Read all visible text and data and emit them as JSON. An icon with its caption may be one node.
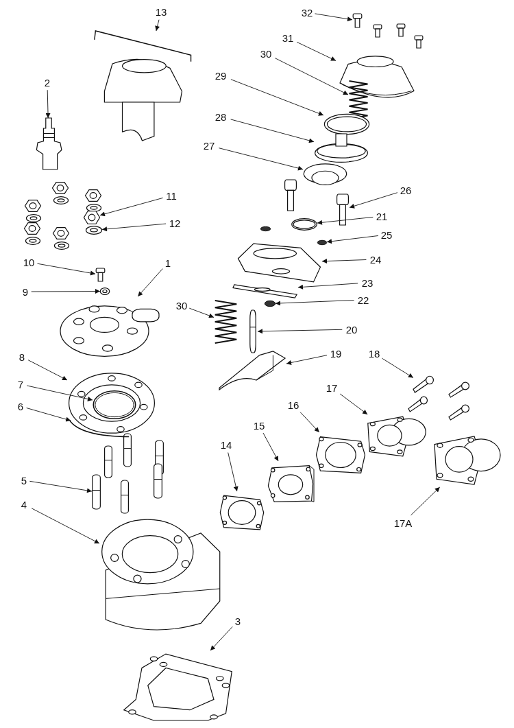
{
  "diagram": {
    "nodes": [
      {
        "text": [
          "13"
        ]
      },
      {
        "text": [],
        "shape": "picture"
      },
      {
        "text": [
          "32"
        ]
      },
      {
        "text": [],
        "shape": "picture"
      },
      {
        "text": [
          "2"
        ]
      },
      {
        "text": [],
        "shape": "picture"
      },
      {
        "text": [
          "31"
        ]
      },
      {
        "text": [],
        "shape": "picture"
      },
      {
        "text": [
          "30"
        ]
      },
      {
        "text": [],
        "shape": "picture"
      },
      {
        "text": [
          "29"
        ]
      },
      {
        "text": [],
        "shape": "picture"
      },
      {
        "text": [
          "28"
        ]
      },
      {
        "text": [],
        "shape": "picture"
      },
      {
        "text": [
          "27"
        ]
      },
      {
        "text": [],
        "shape": "picture"
      },
      {
        "text": [
          "26"
        ]
      },
      {
        "text": [],
        "shape": "picture"
      },
      {
        "text": [
          "11"
        ]
      },
      {
        "text": [],
        "shape": "picture"
      },
      {
        "text": [
          "21"
        ]
      },
      {
        "text": [],
        "shape": "picture"
      },
      {
        "text": [
          "12"
        ]
      },
      {
        "text": [],
        "shape": "picture"
      },
      {
        "text": [
          "25"
        ]
      },
      {
        "text": [],
        "shape": "circle"
      },
      {
        "text": [
          "10"
        ]
      },
      {
        "text": [],
        "shape": "picture"
      },
      {
        "text": [
          "1"
        ]
      },
      {
        "text": [],
        "shape": "picture"
      },
      {
        "text": [
          "24"
        ]
      },
      {
        "text": [],
        "shape": "picture"
      },
      {
        "text": [
          "9"
        ]
      },
      {
        "text": [],
        "shape": "picture"
      },
      {
        "text": [
          "23"
        ]
      },
      {
        "text": [],
        "shape": "picture"
      },
      {
        "text": [
          "22"
        ]
      },
      {
        "text": [],
        "shape": "circle"
      },
      {
        "text": [
          "30"
        ]
      },
      {
        "text": [],
        "shape": "picture"
      },
      {
        "text": [
          "20"
        ]
      },
      {
        "text": [],
        "shape": "picture"
      },
      {
        "text": [
          "8"
        ]
      },
      {
        "text": [],
        "shape": "picture"
      },
      {
        "text": [
          "19"
        ]
      },
      {
        "text": [],
        "shape": "picture"
      },
      {
        "text": [
          "18"
        ]
      },
      {
        "text": [],
        "shape": "picture"
      },
      {
        "text": [
          "7"
        ]
      },
      {
        "text": [],
        "shape": "picture",
        "in": 43
      },
      {
        "text": [
          "17"
        ]
      },
      {
        "text": [],
        "shape": "picture"
      },
      {
        "text": [
          "6"
        ]
      },
      {
        "text": [],
        "shape": "picture",
        "in": 43
      },
      {
        "text": [
          "16"
        ]
      },
      {
        "text": [],
        "shape": "picture"
      },
      {
        "text": [
          "15"
        ]
      },
      {
        "text": [],
        "shape": "picture"
      },
      {
        "text": [
          "14"
        ]
      },
      {
        "text": [],
        "shape": "picture"
      },
      {
        "text": [
          "5"
        ]
      },
      {
        "text": [],
        "shape": "picture"
      },
      {
        "text": [
          "17A"
        ]
      },
      {
        "text": [],
        "shape": "picture"
      },
      {
        "text": [
          "4"
        ]
      },
      {
        "text": [],
        "shape": "picture"
      },
      {
        "text": [
          "3"
        ]
      },
      {
        "text": [],
        "shape": "picture"
      }
    ],
    "edges": [
      {
        "from": 0,
        "to": 1,
        "arrow": "to"
      },
      {
        "from": 2,
        "to": 3,
        "arrow": "to"
      },
      {
        "from": 4,
        "to": 5,
        "arrow": "to"
      },
      {
        "from": 6,
        "to": 7,
        "arrow": "to"
      },
      {
        "from": 8,
        "to": 9,
        "arrow": "to"
      },
      {
        "from": 10,
        "to": 11,
        "arrow": "to"
      },
      {
        "from": 12,
        "to": 13,
        "arrow": "to"
      },
      {
        "from": 14,
        "to": 15,
        "arrow": "to"
      },
      {
        "from": 16,
        "to": 17,
        "arrow": "to"
      },
      {
        "from": 18,
        "to": 19,
        "arrow": "to"
      },
      {
        "from": 20,
        "to": 21,
        "arrow": "to"
      },
      {
        "from": 22,
        "to": 23,
        "arrow": "to"
      },
      {
        "from": 24,
        "to": 25,
        "arrow": "to"
      },
      {
        "from": 26,
        "to": 27,
        "arrow": "to"
      },
      {
        "from": 28,
        "to": 29,
        "arrow": "to"
      },
      {
        "from": 30,
        "to": 31,
        "arrow": "to"
      },
      {
        "from": 32,
        "to": 33,
        "arrow": "to"
      },
      {
        "from": 34,
        "to": 35,
        "arrow": "to"
      },
      {
        "from": 36,
        "to": 37,
        "arrow": "to"
      },
      {
        "from": 38,
        "to": 39,
        "arrow": "to"
      },
      {
        "from": 40,
        "to": 41,
        "arrow": "to"
      },
      {
        "from": 42,
        "to": 43,
        "arrow": "to"
      },
      {
        "from": 44,
        "to": 45,
        "arrow": "to"
      },
      {
        "from": 46,
        "to": 47,
        "arrow": "to"
      },
      {
        "from": 48,
        "to": 49,
        "arrow": "to"
      },
      {
        "from": 50,
        "to": 51,
        "arrow": "to"
      },
      {
        "from": 52,
        "to": 53,
        "arrow": "to"
      },
      {
        "from": 54,
        "to": 55,
        "arrow": "to"
      },
      {
        "from": 56,
        "to": 57,
        "arrow": "to"
      },
      {
        "from": 58,
        "to": 59,
        "arrow": "to"
      },
      {
        "from": 60,
        "to": 61,
        "arrow": "to"
      },
      {
        "from": 62,
        "to": 63,
        "arrow": "to"
      },
      {
        "from": 64,
        "to": 65,
        "arrow": "to"
      },
      {
        "from": 66,
        "to": 67,
        "arrow": "to"
      }
    ]
  }
}
